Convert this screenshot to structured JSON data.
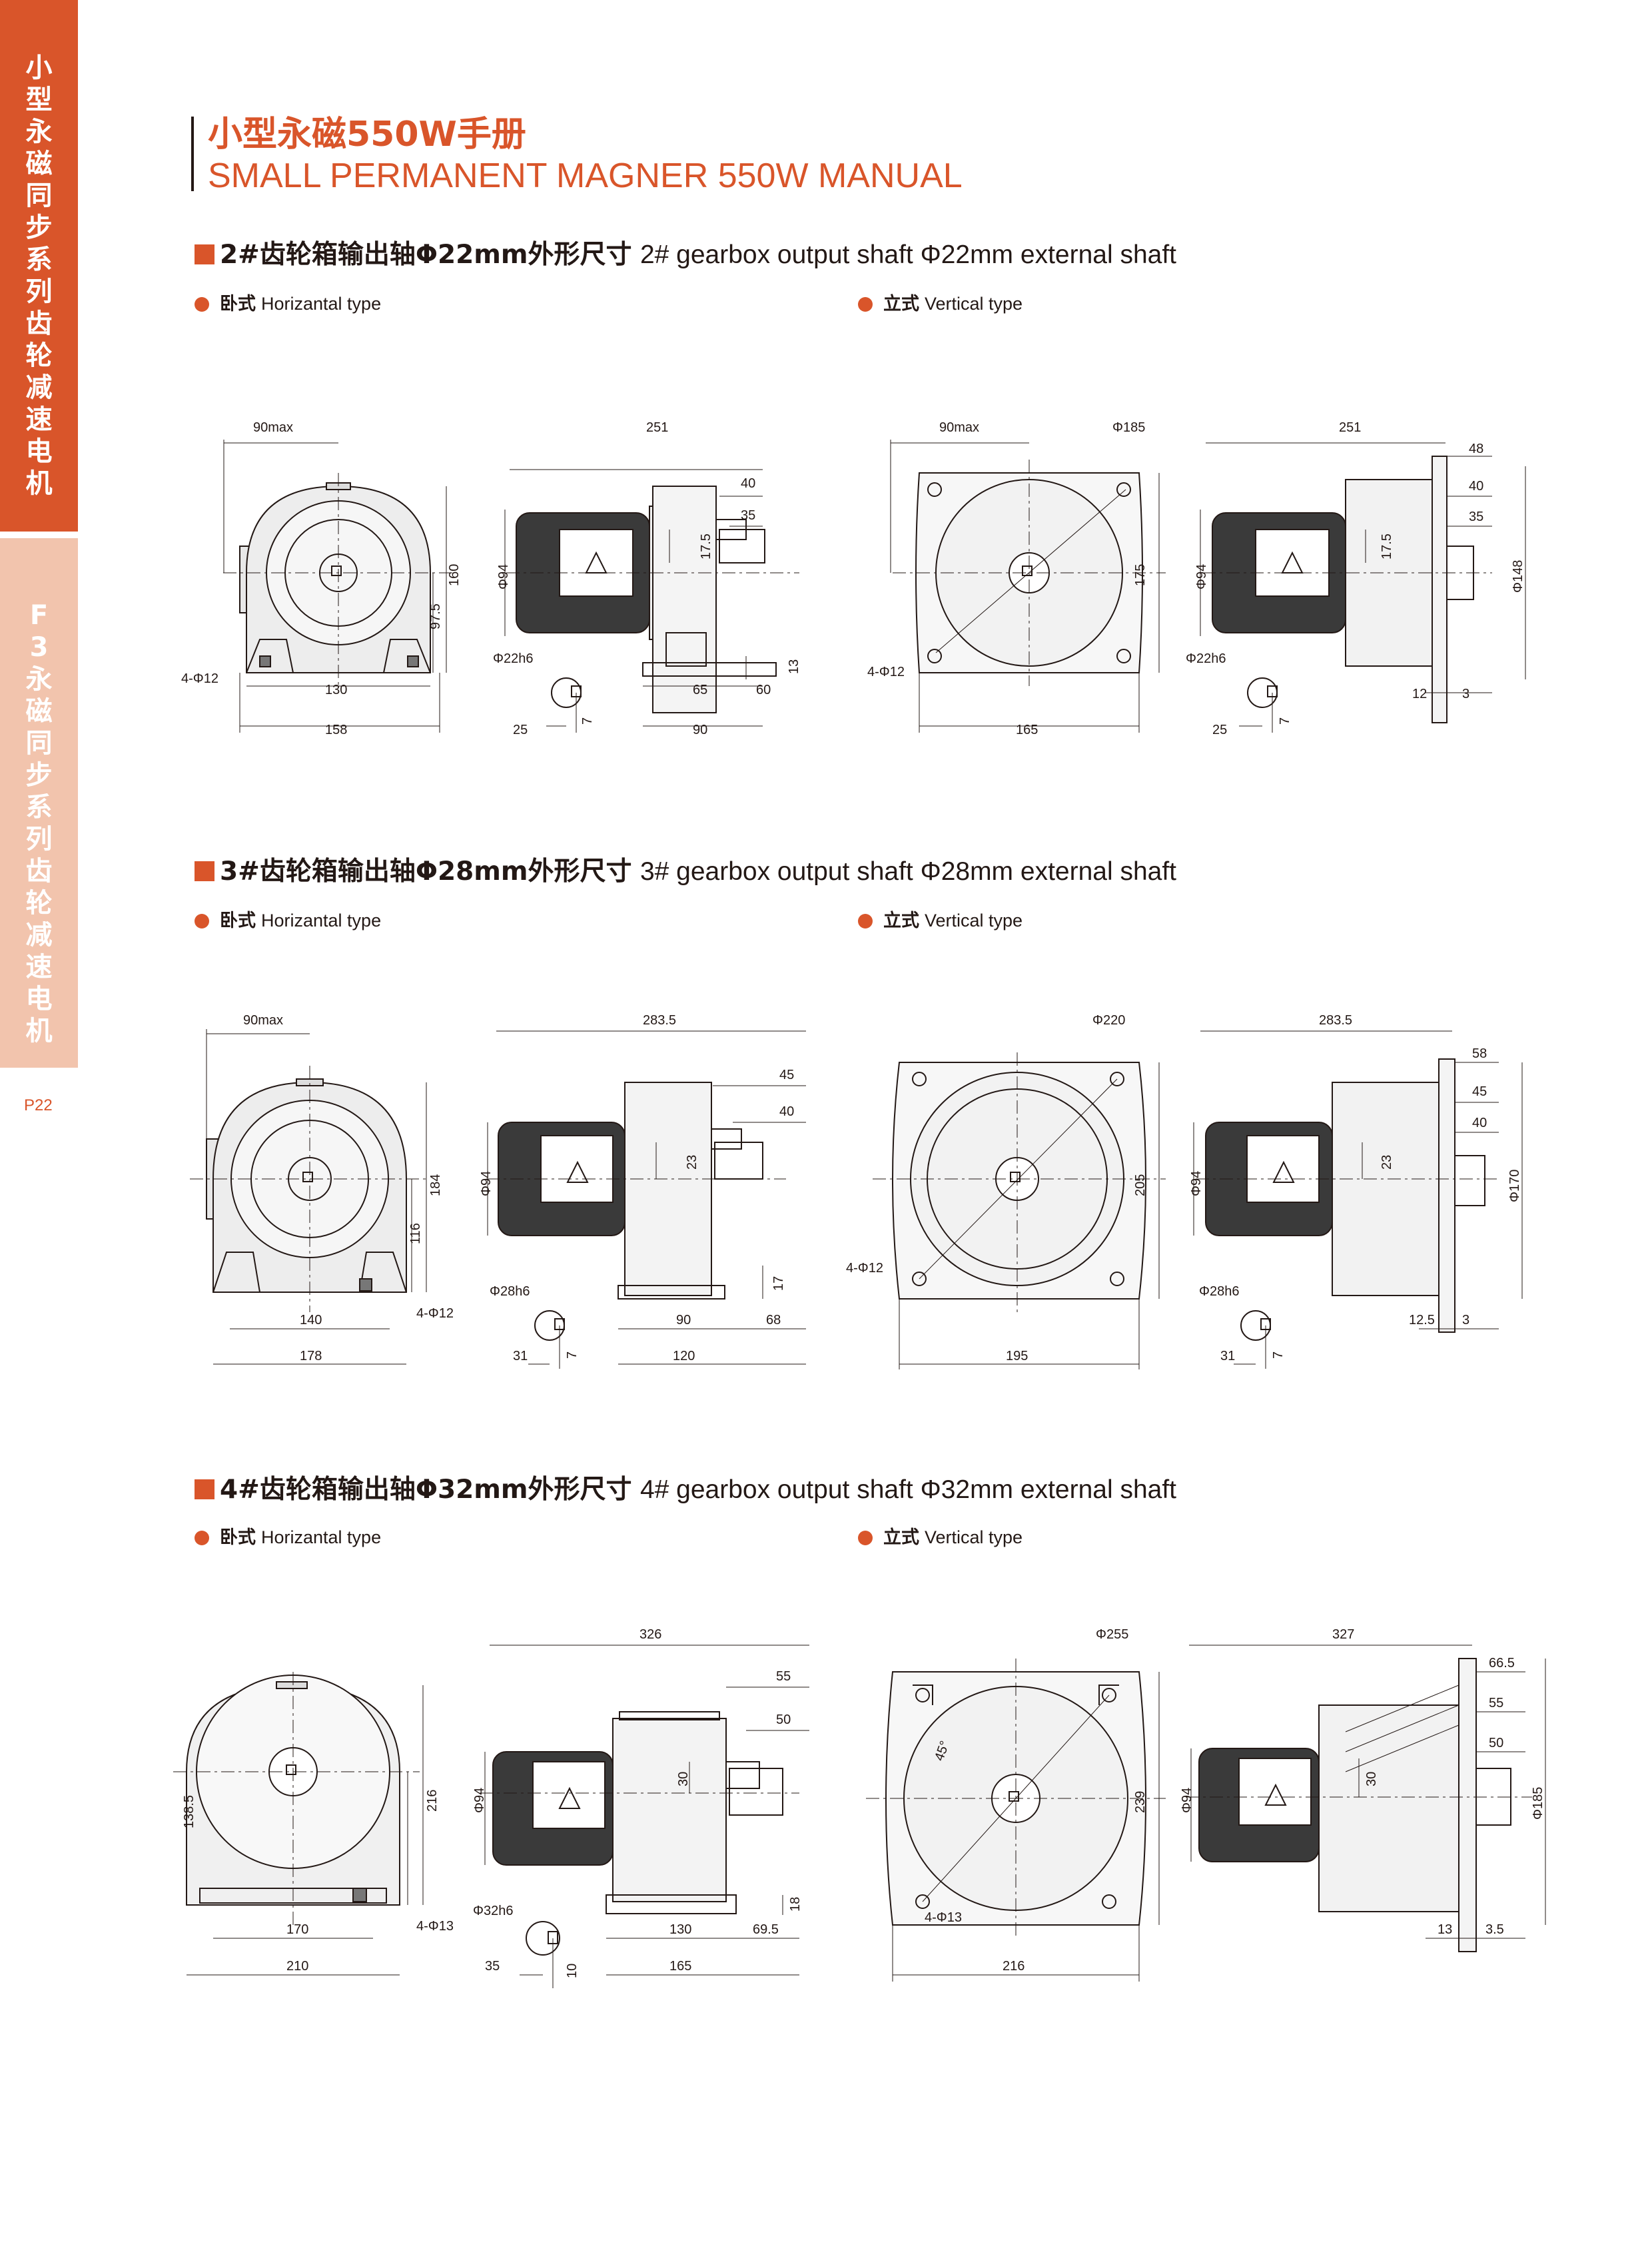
{
  "sidebar": {
    "top_text": "小型永磁同步系列齿轮减速电机",
    "bottom_text": "F3永磁同步系列齿轮减速电机",
    "page_number": "P22",
    "accent_color": "#d9552a",
    "light_color": "#f2c4ad"
  },
  "header": {
    "title_cn": "小型永磁550W手册",
    "title_en": "SMALL PERMANENT MAGNER 550W MANUAL"
  },
  "sections": [
    {
      "heading_cn": "2#齿轮箱输出轴Φ22mm外形尺寸",
      "heading_en": "2# gearbox output shaft Φ22mm external shaft",
      "horizontal_label_cn": "卧式",
      "horizontal_label_en": "Horizantal type",
      "vertical_label_cn": "立式",
      "vertical_label_en": "Vertical type",
      "dims": {
        "h_front_top": "90max",
        "h_front_bolt": "4-Φ12",
        "h_front_base": "130",
        "h_front_width": "158",
        "h_front_h1": "97.5",
        "h_front_h2": "160",
        "h_side_len": "251",
        "h_side_a": "40",
        "h_side_b": "35",
        "h_side_key": "17.5",
        "h_side_motor": "Φ94",
        "h_side_shaft": "Φ22h6",
        "h_side_c": "13",
        "h_side_d": "65",
        "h_side_e": "60",
        "h_side_f": "25",
        "h_side_g": "7",
        "h_side_h": "90",
        "v_front_top": "90max",
        "v_front_flange": "Φ185",
        "v_front_h": "175",
        "v_front_bolt": "4-Φ12",
        "v_front_w": "165",
        "v_side_len": "251",
        "v_side_a": "48",
        "v_side_b": "40",
        "v_side_c": "35",
        "v_side_key": "17.5",
        "v_side_motor": "Φ94",
        "v_side_pcd": "Φ148",
        "v_side_shaft": "Φ22h6",
        "v_side_d": "12",
        "v_side_e": "3",
        "v_side_f": "25",
        "v_side_g": "7"
      }
    },
    {
      "heading_cn": "3#齿轮箱输出轴Φ28mm外形尺寸",
      "heading_en": "3# gearbox output shaft Φ28mm external shaft",
      "horizontal_label_cn": "卧式",
      "horizontal_label_en": "Horizantal type",
      "vertical_label_cn": "立式",
      "vertical_label_en": "Vertical type",
      "dims": {
        "h_front_top": "90max",
        "h_front_bolt": "4-Φ12",
        "h_front_base": "140",
        "h_front_width": "178",
        "h_front_h1": "116",
        "h_front_h2": "184",
        "h_side_len": "283.5",
        "h_side_a": "45",
        "h_side_b": "40",
        "h_side_key": "23",
        "h_side_motor": "Φ94",
        "h_side_shaft": "Φ28h6",
        "h_side_c": "17",
        "h_side_d": "90",
        "h_side_e": "68",
        "h_side_f": "31",
        "h_side_g": "7",
        "h_side_h": "120",
        "v_front_flange": "Φ220",
        "v_front_h": "205",
        "v_front_bolt": "4-Φ12",
        "v_front_w": "195",
        "v_side_len": "283.5",
        "v_side_a": "58",
        "v_side_b": "45",
        "v_side_c": "40",
        "v_side_key": "23",
        "v_side_motor": "Φ94",
        "v_side_pcd": "Φ170",
        "v_side_shaft": "Φ28h6",
        "v_side_d": "12.5",
        "v_side_e": "3",
        "v_side_f": "31",
        "v_side_g": "7"
      }
    },
    {
      "heading_cn": "4#齿轮箱输出轴Φ32mm外形尺寸",
      "heading_en": "4# gearbox output shaft Φ32mm external shaft",
      "horizontal_label_cn": "卧式",
      "horizontal_label_en": "Horizantal type",
      "vertical_label_cn": "立式",
      "vertical_label_en": "Vertical type",
      "dims": {
        "h_front_bolt": "4-Φ13",
        "h_front_base": "170",
        "h_front_width": "210",
        "h_front_h1": "138.5",
        "h_front_h2": "216",
        "h_side_len": "326",
        "h_side_a": "55",
        "h_side_b": "50",
        "h_side_key": "30",
        "h_side_motor": "Φ94",
        "h_side_shaft": "Φ32h6",
        "h_side_c": "18",
        "h_side_d": "130",
        "h_side_e": "69.5",
        "h_side_f": "35",
        "h_side_g": "10",
        "h_side_h": "165",
        "v_front_flange": "Φ255",
        "v_front_angle": "45°",
        "v_front_h": "239",
        "v_front_bolt": "4-Φ13",
        "v_front_w": "216",
        "v_side_len": "327",
        "v_side_a": "66.5",
        "v_side_b": "55",
        "v_side_c": "50",
        "v_side_key": "30",
        "v_side_motor": "Φ94",
        "v_side_pcd": "Φ185",
        "v_side_d": "13",
        "v_side_e": "3.5"
      }
    }
  ]
}
